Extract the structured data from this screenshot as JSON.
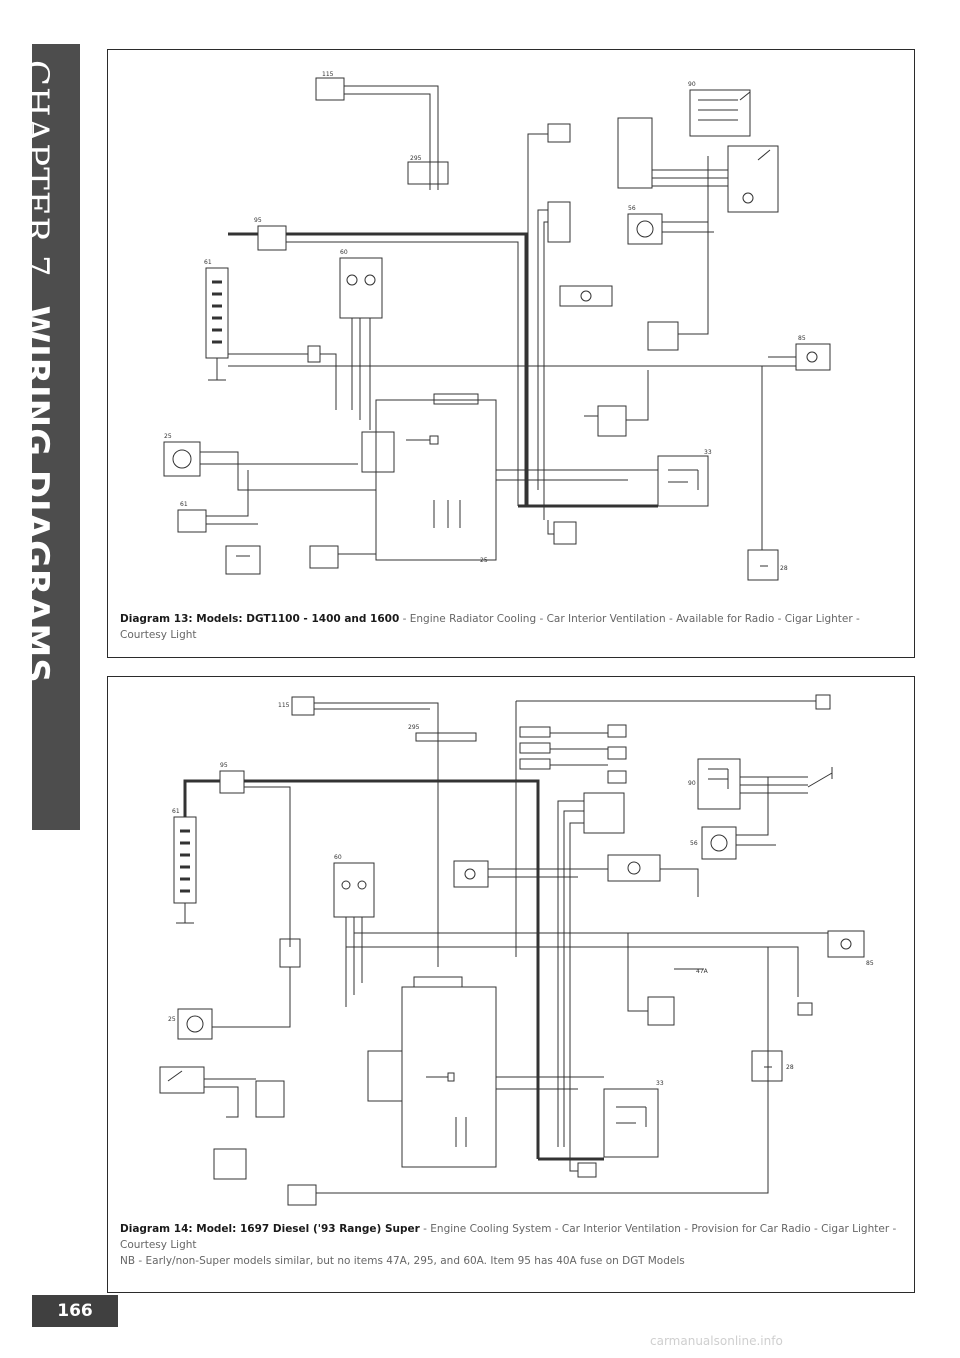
{
  "side_tab": {
    "chapter": "CHAPTER 7",
    "title": "WIRING DIAGRAMS"
  },
  "page_number": "166",
  "diagram13": {
    "caption_lead": "Diagram 13: Models: DGT1100 - 1400 and 1600",
    "caption_text": " - Engine Radiator Cooling - Car Interior Ventilation - Available for Radio - Cigar Lighter - Courtesy Light"
  },
  "diagram14": {
    "caption_lead": "Diagram 14: Model: 1697 Diesel ('93 Range) Super",
    "caption_text": " - Engine Cooling System - Car Interior Ventilation - Provision for Car Radio - Cigar Lighter - Courtesy Light",
    "note": "NB - Early/non-Super models similar, but no items 47A, 295, and 60A. Item 95 has 40A fuse on DGT Models"
  },
  "watermark": "carmanualsonline.info"
}
